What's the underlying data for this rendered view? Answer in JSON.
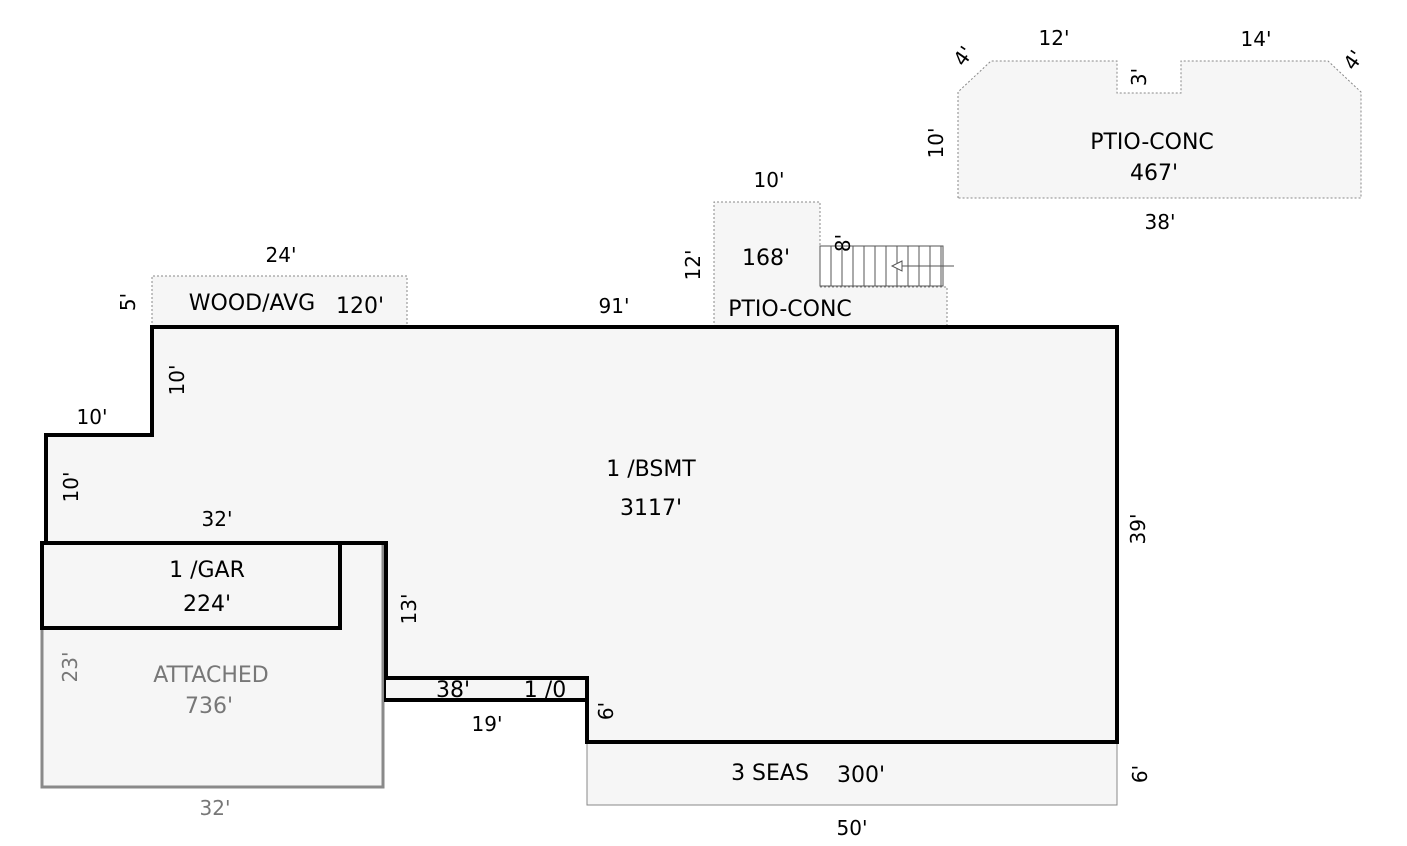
{
  "colors": {
    "area_fill": "#f6f6f6",
    "main_outline": "#000000",
    "garage_outline": "#8a8a8a",
    "dotted_outline": "#888888",
    "grey_text": "#777777"
  },
  "areas": {
    "main": {
      "label": "1 /BSMT",
      "area": "3117'"
    },
    "garage": {
      "label": "1 /GAR",
      "area": "224'"
    },
    "attached": {
      "label": "ATTACHED",
      "area": "736'"
    },
    "wood_deck": {
      "label": "WOOD/AVG",
      "area": "120'"
    },
    "patio_small": {
      "label": "PTIO-CONC",
      "area": "168'"
    },
    "patio_large": {
      "label": "PTIO-CONC",
      "area": "467'"
    },
    "three_season": {
      "label": "3 SEAS",
      "area": "300'"
    },
    "connector": {
      "label": "1 /0",
      "area": "38'"
    }
  },
  "dimensions": {
    "main_top": "91'",
    "main_right": "39'",
    "main_bottom": "50'",
    "step_vertical_upper": "10'",
    "step_horizontal": "10'",
    "step_vertical_lower": "10'",
    "garage_top": "32'",
    "attached_bottom": "32'",
    "attached_side": "23'",
    "main_inner_vertical": "13'",
    "connector_bottom": "19'",
    "connector_vertical": "6'",
    "three_season_side": "6'",
    "wood_top": "24'",
    "wood_side": "5'",
    "patio_small_top": "10'",
    "patio_small_side": "12'",
    "stair_length": "8'",
    "patio_large_top_left": "12'",
    "patio_large_top_right": "14'",
    "patio_large_notch": "3'",
    "patio_large_corner_left": "4'",
    "patio_large_corner_right": "4'",
    "patio_large_side": "10'",
    "patio_large_bottom": "38'"
  }
}
